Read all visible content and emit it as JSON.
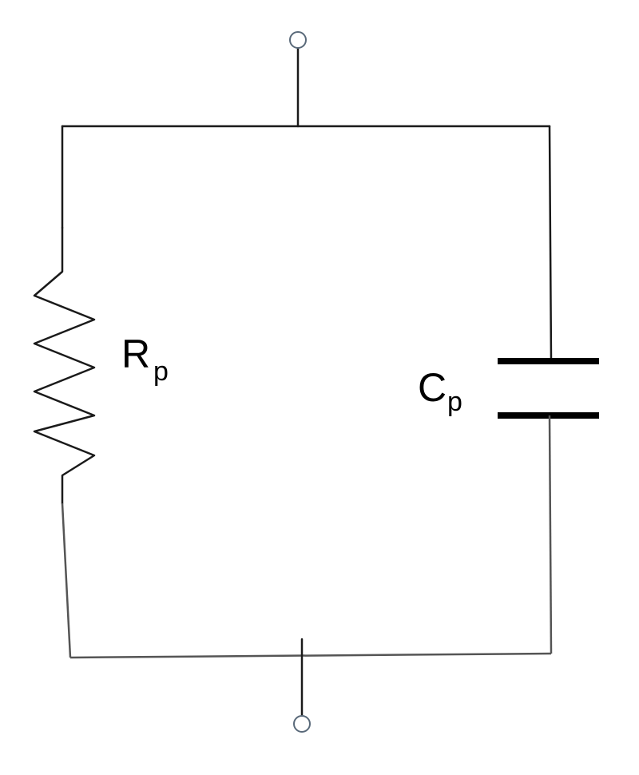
{
  "components": {
    "resistor": {
      "symbol": "R",
      "subscript": "p"
    },
    "capacitor": {
      "symbol": "C",
      "subscript": "p"
    }
  },
  "terminals": [
    "top",
    "bottom"
  ]
}
